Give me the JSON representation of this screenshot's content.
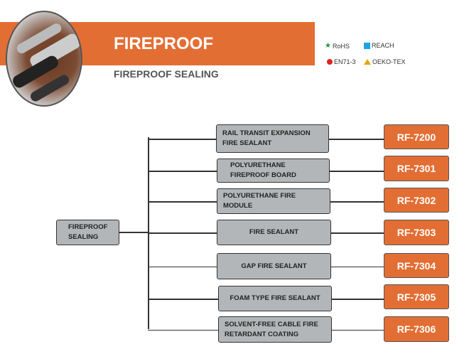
{
  "header": {
    "title": "FIREPROOF",
    "subtitle": "FIREPROOF SEALING"
  },
  "certifications": [
    {
      "label": "RoHS",
      "icon": "star",
      "color": "#1a9a3c"
    },
    {
      "label": "REACH",
      "icon": "square",
      "color": "#1ea4e0"
    },
    {
      "label": "EN71-3",
      "icon": "circle",
      "color": "#e02020"
    },
    {
      "label": "OEKO-TEX",
      "icon": "triangle",
      "color": "#e0a800"
    }
  ],
  "diagram": {
    "root": "FIREPROOF SEALING",
    "products": [
      {
        "name": "RAIL TRANSIT EXPANSION FIRE SEALANT",
        "code": "RF-7200"
      },
      {
        "name": "POLYURETHANE FIREPROOF BOARD",
        "code": "RF-7301"
      },
      {
        "name": "POLYURETHANE FIRE MODULE",
        "code": "RF-7302"
      },
      {
        "name": "FIRE SEALANT",
        "code": "RF-7303"
      },
      {
        "name": "GAP FIRE SEALANT",
        "code": "RF-7304"
      },
      {
        "name": "FOAM TYPE FIRE SEALANT",
        "code": "RF-7305"
      },
      {
        "name": "SOLVENT-FREE CABLE FIRE RETARDANT COATING",
        "code": "RF-7306"
      }
    ]
  },
  "colors": {
    "accent": "#e36e34",
    "box": "#b3b6b8"
  }
}
